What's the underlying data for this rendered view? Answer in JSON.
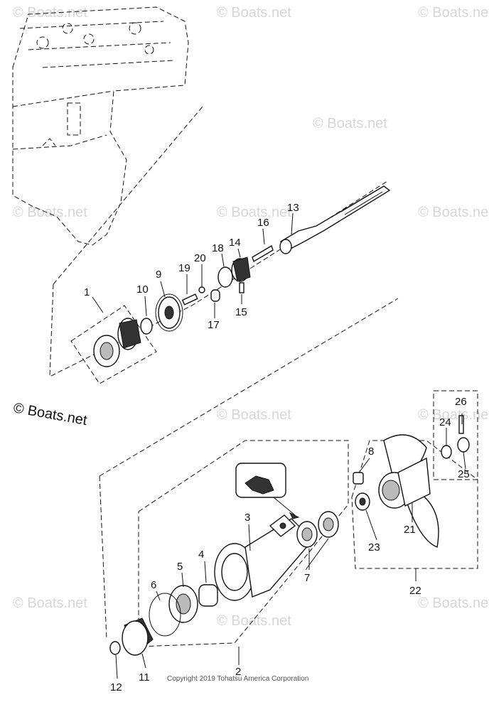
{
  "watermarks": [
    "© Boats.net",
    "© Boats.net",
    "© Boats.net",
    "© Boats.net",
    "© Boats.net",
    "© Boats.net",
    "© Boats.net",
    "© Boats.net",
    "© Boats.net",
    "© Boats.net",
    "© Boats.net",
    "© Boats.net"
  ],
  "brand_watermark": "© Boats.net",
  "copyright": "Copyright 2019 Tohatsu America Corporation",
  "callouts": {
    "p1": "1",
    "p2": "2",
    "p3": "3",
    "p4": "4",
    "p5": "5",
    "p6": "6",
    "p7": "7",
    "p8": "8",
    "p9": "9",
    "p10": "10",
    "p11": "11",
    "p12": "12",
    "p13": "13",
    "p14": "14",
    "p15": "15",
    "p16": "16",
    "p17": "17",
    "p18": "18",
    "p19": "19",
    "p20": "20",
    "p21": "21",
    "p22": "22",
    "p23": "23",
    "p24": "24",
    "p25": "25",
    "p26": "26"
  }
}
